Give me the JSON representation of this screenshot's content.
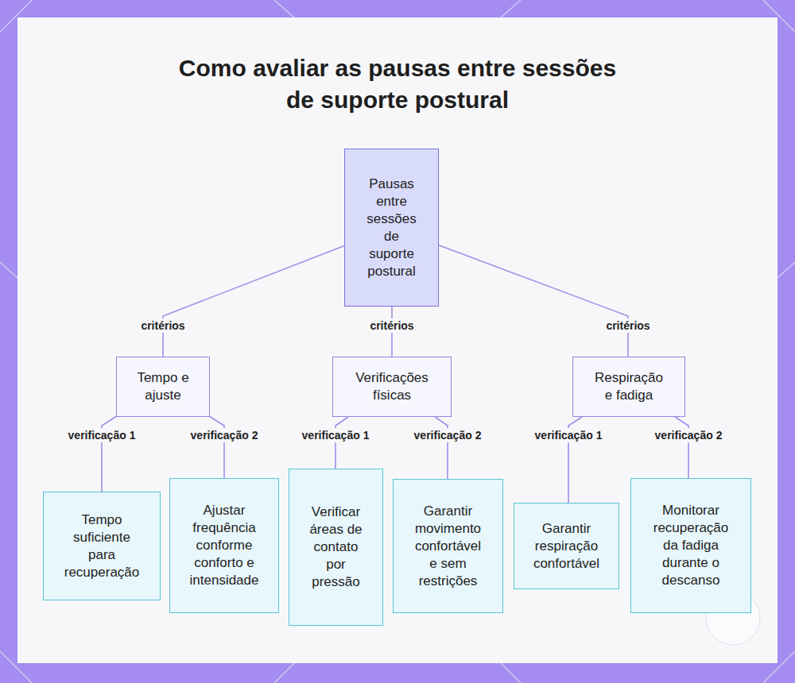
{
  "diagram": {
    "title": "Como avaliar as pausas entre sessões de suporte postural",
    "nodes": [
      {
        "text": [
          "Pausas entre sessões de suporte postural"
        ]
      },
      {
        "text": [
          "Tempo e ajuste"
        ]
      },
      {
        "text": [
          "Verificações físicas"
        ]
      },
      {
        "text": [
          "Respiração e fadiga"
        ]
      },
      {
        "text": [
          "Tempo suficiente para recuperação"
        ]
      },
      {
        "text": [
          "Ajustar frequência conforme conforto e intensidade"
        ]
      },
      {
        "text": [
          "Verificar áreas de contato por pressão"
        ]
      },
      {
        "text": [
          "Garantir movimento confortável e sem restrições"
        ]
      },
      {
        "text": [
          "Garantir respiração confortável"
        ]
      },
      {
        "text": [
          "Monitorar recuperação da fadiga durante o descanso"
        ]
      }
    ],
    "edges": [
      {
        "from": 0,
        "to": 1,
        "label": "critérios",
        "arrow": "none"
      },
      {
        "from": 0,
        "to": 2,
        "label": "critérios",
        "arrow": "none"
      },
      {
        "from": 0,
        "to": 3,
        "label": "critérios",
        "arrow": "none"
      },
      {
        "from": 1,
        "to": 4,
        "label": "verificação 1",
        "arrow": "none"
      },
      {
        "from": 1,
        "to": 5,
        "label": "verificação 2",
        "arrow": "none"
      },
      {
        "from": 2,
        "to": 6,
        "label": "verificação 1",
        "arrow": "none"
      },
      {
        "from": 2,
        "to": 7,
        "label": "verificação 2",
        "arrow": "none"
      },
      {
        "from": 3,
        "to": 8,
        "label": "verificação 1",
        "arrow": "none"
      },
      {
        "from": 3,
        "to": 9,
        "label": "verificação 2",
        "arrow": "none"
      }
    ]
  }
}
